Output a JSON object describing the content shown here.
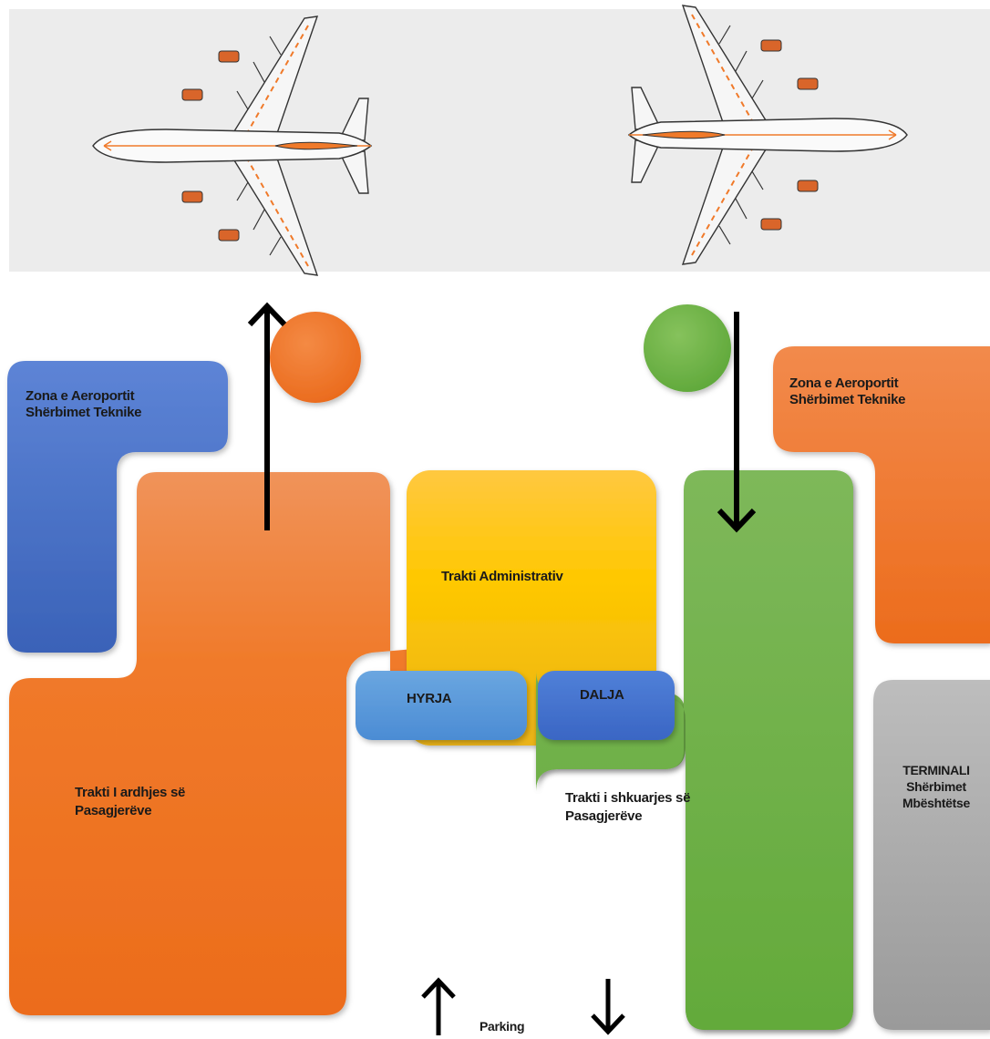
{
  "zones": {
    "tech_left": "Zona e Aeroportit\nShërbimet Teknike",
    "tech_right": "Zona e Aeroportit\nShërbimet Teknike",
    "arrivals": "Trakti I ardhjes së\nPasagjerëve",
    "admin": "Trakti  Administrativ",
    "departures": "Trakti i shkuarjes së\nPasagjerëve",
    "terminal": "TERMINALI\nShërbimet\nMbështëtse",
    "entrance": "HYRJA",
    "exit": "DALJA",
    "parking": "Parking"
  },
  "colors": {
    "orange": "#f07a2a",
    "blue": "#4a72c8",
    "yellow": "#f7c325",
    "green": "#6fb04a",
    "gray": "#a9a9a9",
    "light_blue": "#5b9ad8",
    "apron": "#ececec"
  },
  "icons": [
    "airplane-icon",
    "airplane-icon",
    "arrow-up-icon",
    "arrow-down-icon",
    "arrow-up-icon",
    "arrow-down-icon"
  ]
}
